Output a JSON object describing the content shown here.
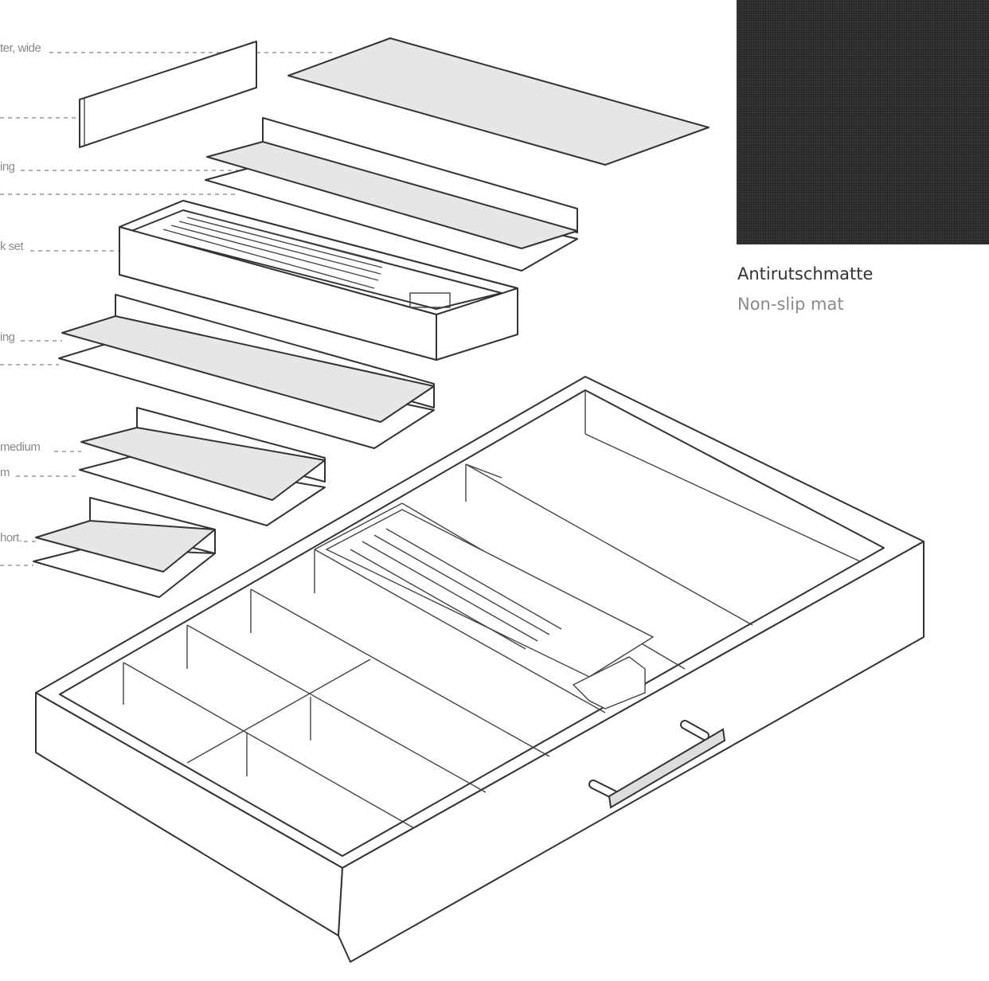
{
  "labels": {
    "mat_wide": "ter, wide",
    "insert_long_top": "ing",
    "knife_block_set": "k set",
    "insert_long_bottom": "ing",
    "insert_medium_top": "medium",
    "insert_medium_bottom": "m",
    "insert_short_top": "hort."
  },
  "legend": {
    "title_de": "Antirutschmatte",
    "title_en": "Non-slip mat"
  },
  "colors": {
    "mat": "#2f2f2f",
    "sheet": "#e6e6e6",
    "line": "#333333"
  }
}
